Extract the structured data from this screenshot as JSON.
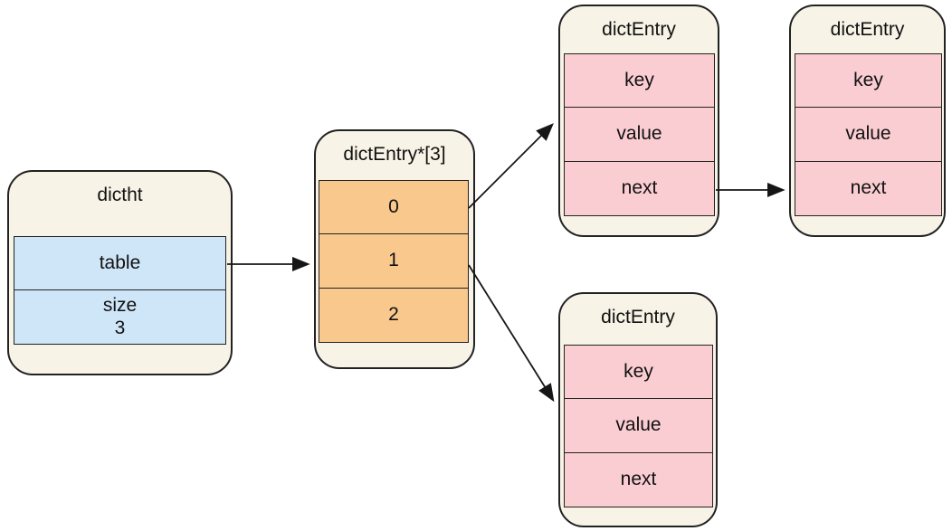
{
  "dictht": {
    "title": "dictht",
    "table_label": "table",
    "size_label": "size",
    "size_value": "3"
  },
  "bucket_array": {
    "title": "dictEntry*[3]",
    "slots": [
      "0",
      "1",
      "2"
    ]
  },
  "entry_top1": {
    "title": "dictEntry",
    "key": "key",
    "value": "value",
    "next": "next"
  },
  "entry_top2": {
    "title": "dictEntry",
    "key": "key",
    "value": "value",
    "next": "next"
  },
  "entry_bottom": {
    "title": "dictEntry",
    "key": "key",
    "value": "value",
    "next": "next"
  },
  "colors": {
    "box_bg": "#f7f3e6",
    "blue": "#cfe6f8",
    "orange": "#f9c88d",
    "pink": "#facdd2",
    "border": "#222222"
  }
}
